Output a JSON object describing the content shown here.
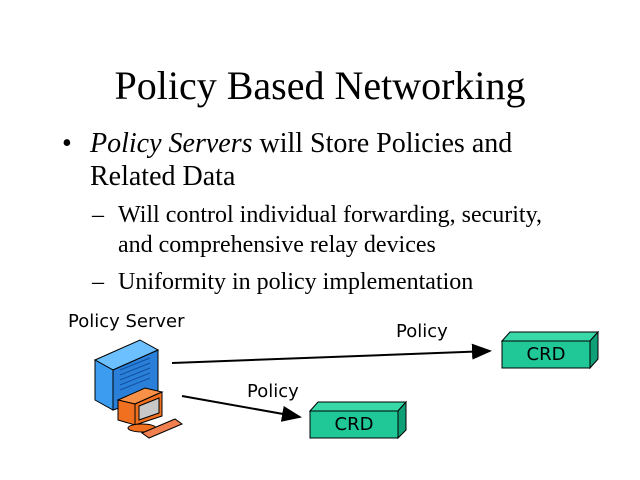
{
  "slide": {
    "title": "Policy Based Networking",
    "bullet": {
      "marker": "•",
      "italic_part": "Policy Servers",
      "rest_line1": " will Store Policies and",
      "line2": "Related Data"
    },
    "subbullets": [
      {
        "marker": "–",
        "line1": "Will control individual forwarding, security,",
        "line2": "and comprehensive relay devices"
      },
      {
        "marker": "–",
        "line1": "Uniformity in policy implementation"
      }
    ]
  },
  "diagram": {
    "server_label": "Policy Server",
    "arrows": [
      {
        "label": "Policy",
        "target": "CRD"
      },
      {
        "label": "Policy",
        "target": "CRD"
      }
    ],
    "colors": {
      "crd_front": "#20c898",
      "crd_top": "#38d8a8",
      "crd_side": "#10a078",
      "server_blue": "#3c9cf0",
      "monitor_orange": "#f07020"
    }
  }
}
